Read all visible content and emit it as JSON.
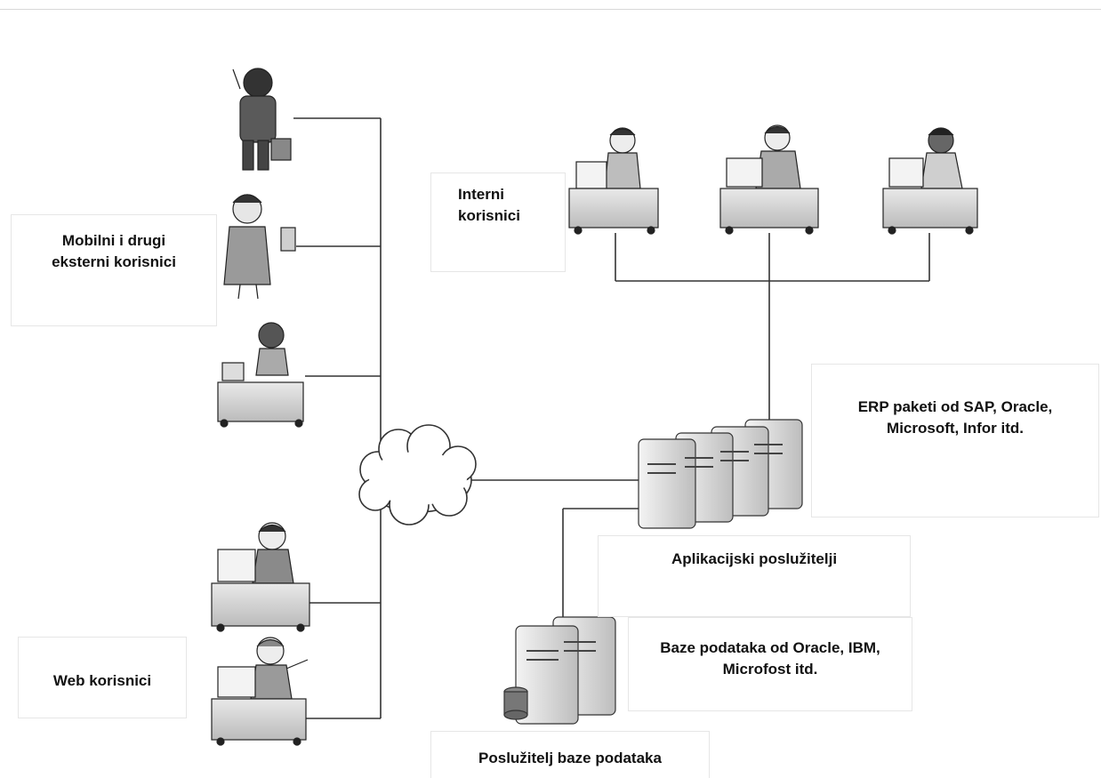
{
  "labels": {
    "mobile_users": "Mobilni i drugi eksterni korisnici",
    "internal_users": "Interni korisnici",
    "erp_packages": "ERP paketi od SAP, Oracle, Microsoft, Infor itd.",
    "app_servers": "Aplikacijski poslužitelji",
    "db_vendors": "Baze podataka od Oracle, IBM, Microfost itd.",
    "web_users": "Web korisnici",
    "db_server": "Poslužitelj baze podataka"
  },
  "lines": {
    "mobile_1": "Mobilni i drugi",
    "mobile_2": "eksterni korisnici",
    "internal_1": "Interni",
    "internal_2": "korisnici",
    "erp_1": "ERP paketi od SAP, Oracle,",
    "erp_2": "Microsoft, Infor itd.",
    "db_1": "Baze podataka od Oracle, IBM,",
    "db_2": "Microfost itd."
  }
}
